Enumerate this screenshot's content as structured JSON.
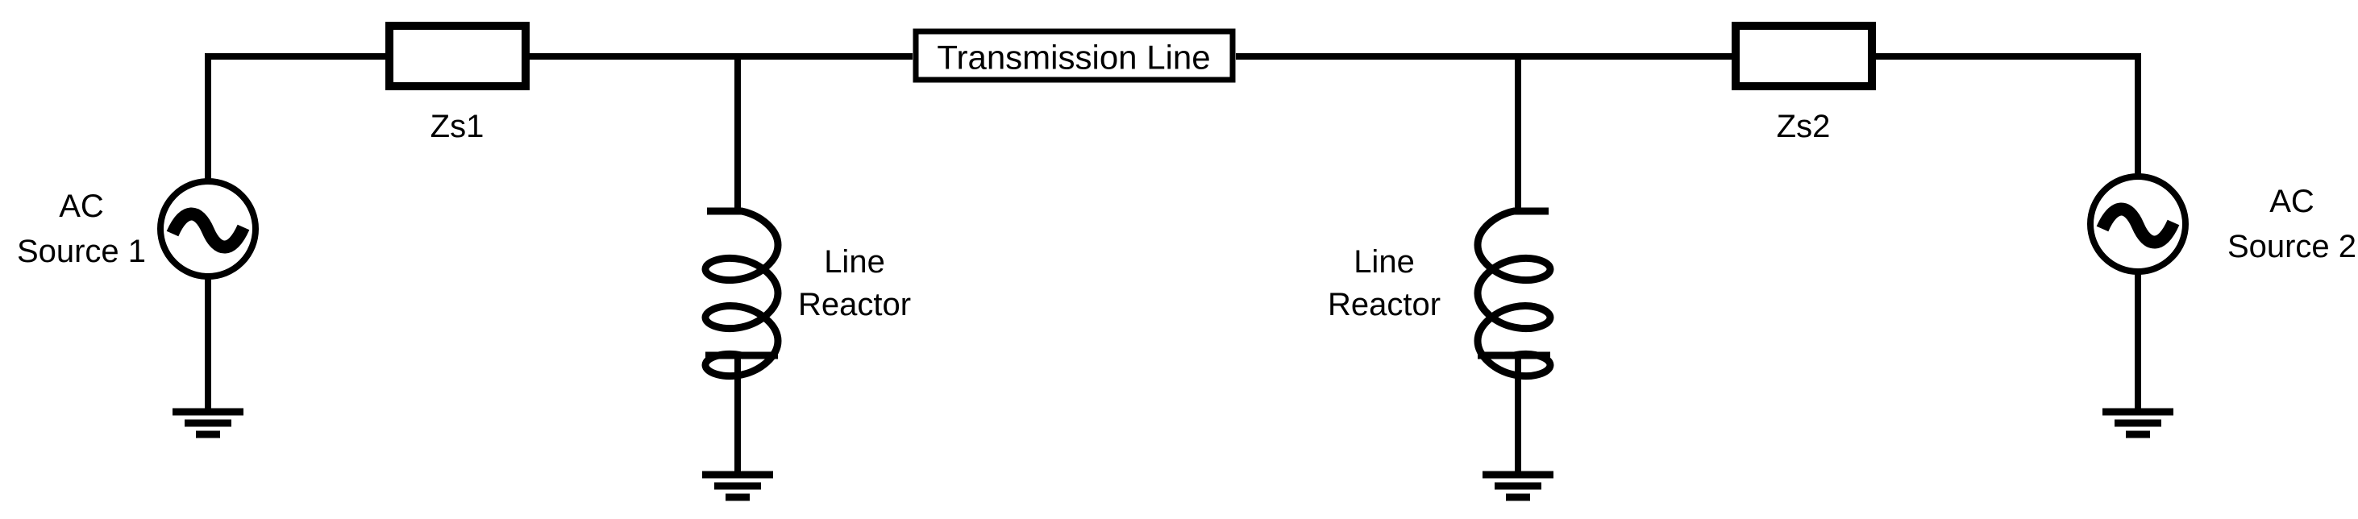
{
  "colors": {
    "line": "#000000",
    "text": "#000000",
    "background": "#ffffff"
  },
  "components": {
    "ac_source_1": {
      "label_line1": "AC",
      "label_line2": "Source 1"
    },
    "impedance_zs1": {
      "label": "Zs1"
    },
    "line_reactor_1": {
      "label_line1": "Line",
      "label_line2": "Reactor"
    },
    "transmission_line": {
      "label": "Transmission Line"
    },
    "line_reactor_2": {
      "label_line1": "Line",
      "label_line2": "Reactor"
    },
    "impedance_zs2": {
      "label": "Zs2"
    },
    "ac_source_2": {
      "label_line1": "AC",
      "label_line2": "Source 2"
    }
  }
}
